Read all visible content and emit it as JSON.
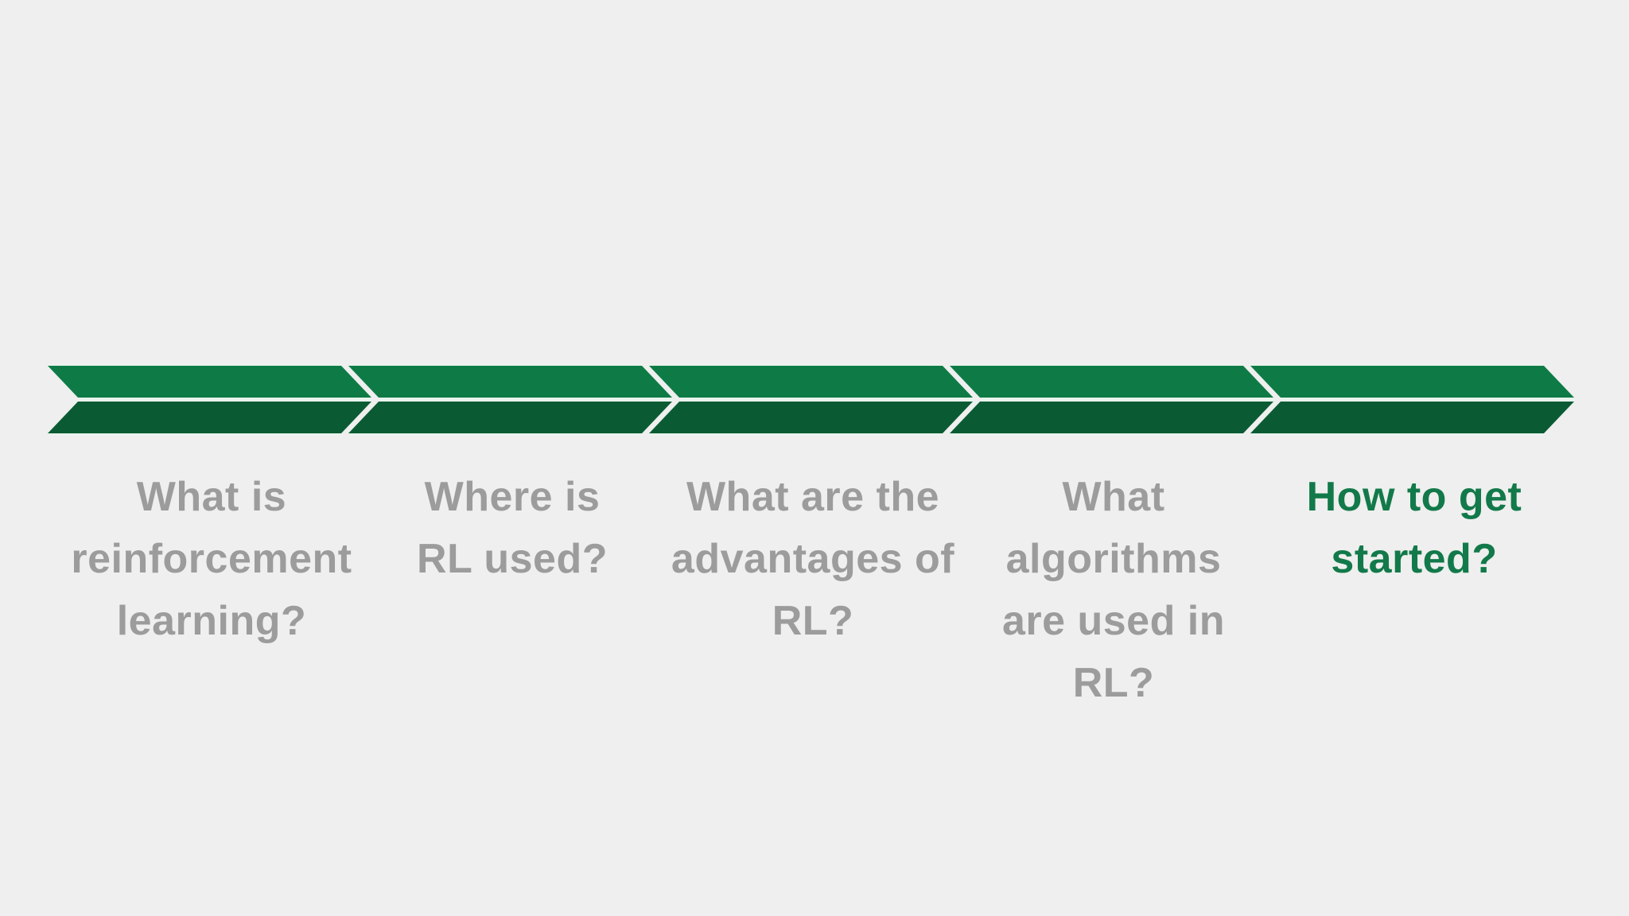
{
  "canvas": {
    "background": "#EEEFEE"
  },
  "diagram": {
    "type": "process-chevron",
    "direction": "right",
    "step_count": 5,
    "colors": {
      "chevron_top": "#0E7B46",
      "chevron_bottom": "#0A5B33",
      "chevron_highlight": "#E9F4EE",
      "separator": "#EEEFEE",
      "inactive_text": "#9C9C9C",
      "active_text": "#12794A"
    },
    "steps": [
      {
        "label": "What is\nreinforcement\nlearning?",
        "state": "inactive"
      },
      {
        "label": "Where is\nRL used?",
        "state": "inactive"
      },
      {
        "label": "What are the\nadvantages of\nRL?",
        "state": "inactive"
      },
      {
        "label": "What\nalgorithms\nare used in\nRL?",
        "state": "inactive"
      },
      {
        "label": "How to get\nstarted?",
        "state": "active"
      }
    ]
  }
}
